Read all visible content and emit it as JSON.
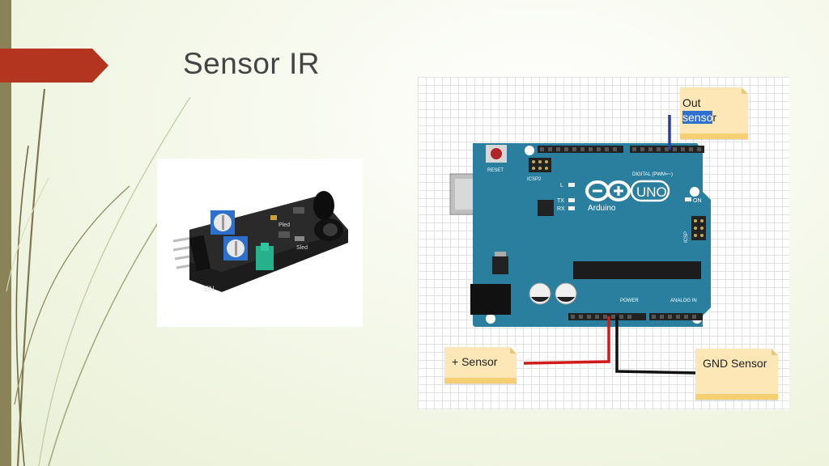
{
  "slide": {
    "title": "Sensor IR",
    "accent_color": "#b3341f",
    "left_bar_color": "#8a8358"
  },
  "sensor_photo": {
    "icon": "ir-sensor-module-photo",
    "pcb_labels": [
      "EN",
      "Pled",
      "Sled"
    ]
  },
  "circuit": {
    "board": {
      "brand": "Arduino",
      "model": "UNO",
      "reset_label": "RESET",
      "icsp2_label": "ICSP2",
      "icsp_label": "ICSP",
      "digital_label": "DIGITAL (PWM=~)",
      "power_label": "POWER",
      "analog_label": "ANALOG IN",
      "led_l": "L",
      "led_tx": "TX",
      "led_rx": "RX",
      "led_on": "ON",
      "board_color": "#2a7f9e"
    },
    "notes": {
      "out_line1": "Out",
      "out_line2_highlight": "senso",
      "out_line2_rest": "r",
      "plus_sensor": "+ Sensor",
      "gnd_sensor": "GND Sensor"
    },
    "wire_colors": {
      "out": "#2b3ea8",
      "plus": "#d11a1a",
      "gnd": "#111111"
    }
  }
}
